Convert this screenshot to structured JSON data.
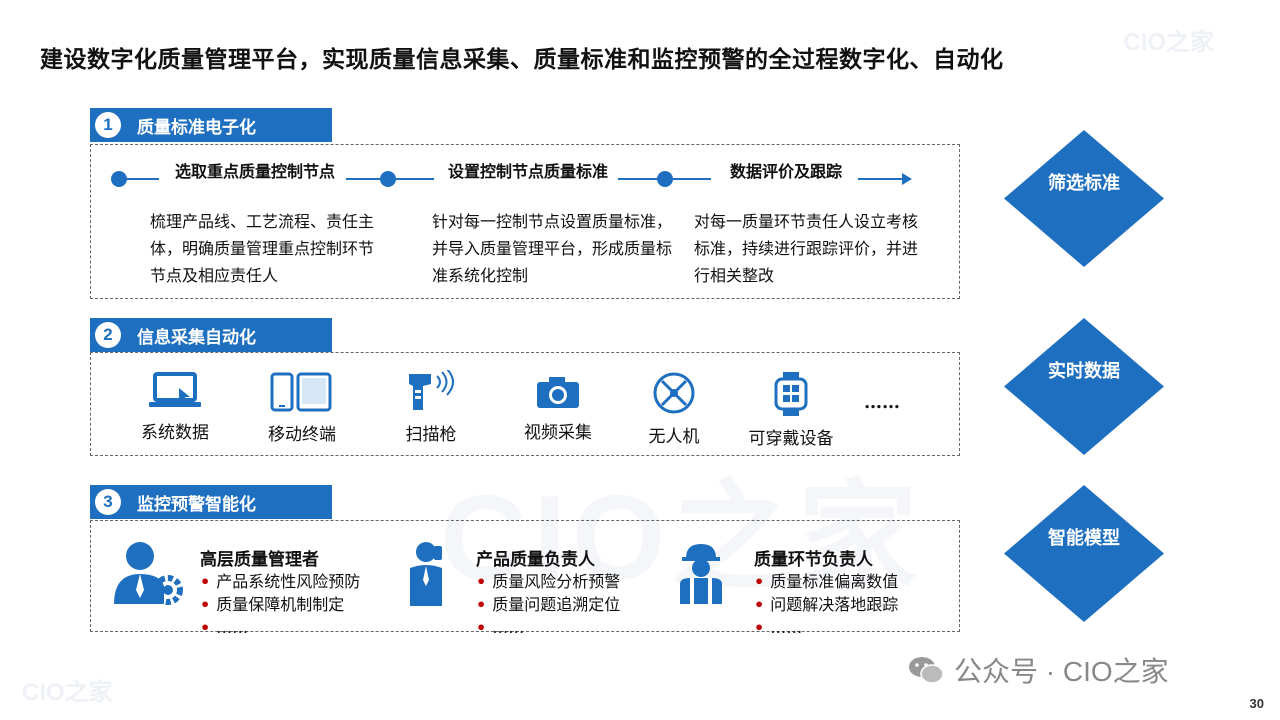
{
  "title": "建设数字化质量管理平台，实现质量信息采集、质量标准和监控预警的全过程数字化、自动化",
  "watermark": "CIO之家",
  "colors": {
    "accent": "#1f6fc0",
    "bullet": "#c00000"
  },
  "section1": {
    "num": "1",
    "heading": "质量标准电子化",
    "steps": [
      {
        "title": "选取重点质量控制节点",
        "desc": "梳理产品线、工艺流程、责任主体，明确质量管理重点控制环节节点及相应责任人"
      },
      {
        "title": "设置控制节点质量标准",
        "desc": "针对每一控制节点设置质量标准，并导入质量管理平台，形成质量标准系统化控制"
      },
      {
        "title": "数据评价及跟踪",
        "desc": "对每一质量环节责任人设立考核标准，持续进行跟踪评价，并进行相关整改"
      }
    ],
    "tag": "筛选标准"
  },
  "section2": {
    "num": "2",
    "heading": "信息采集自动化",
    "devices": [
      {
        "label": "系统数据",
        "icon": "laptop-icon"
      },
      {
        "label": "移动终端",
        "icon": "mobile-tablet-icon"
      },
      {
        "label": "扫描枪",
        "icon": "scanner-icon"
      },
      {
        "label": "视频采集",
        "icon": "camera-icon"
      },
      {
        "label": "无人机",
        "icon": "drone-icon"
      },
      {
        "label": "可穿戴设备",
        "icon": "smartwatch-icon"
      }
    ],
    "more": "……",
    "tag": "实时数据"
  },
  "section3": {
    "num": "3",
    "heading": "监控预警智能化",
    "roles": [
      {
        "title": "高层质量管理者",
        "icon": "manager-gear-icon",
        "items": [
          "产品系统性风险预防",
          "质量保障机制制定",
          "……"
        ]
      },
      {
        "title": "产品质量负责人",
        "icon": "phone-person-icon",
        "items": [
          "质量风险分析预警",
          "质量问题追溯定位",
          "……"
        ]
      },
      {
        "title": "质量环节负责人",
        "icon": "worker-icon",
        "items": [
          "质量标准偏离数值",
          "问题解决落地跟踪",
          "……"
        ]
      }
    ],
    "tag": "智能模型"
  },
  "footer": {
    "brand": "公众号 · CIO之家",
    "icon": "wechat-icon"
  },
  "page_number": "30"
}
